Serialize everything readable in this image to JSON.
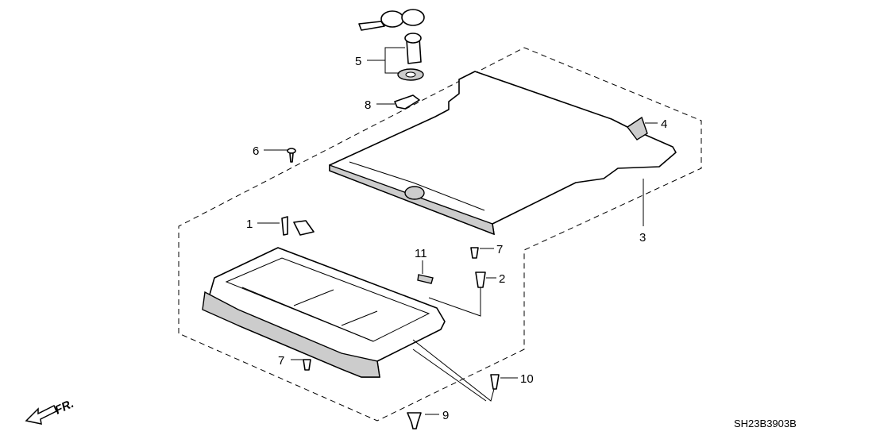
{
  "callouts": {
    "c1": "1",
    "c2": "2",
    "c3": "3",
    "c4": "4",
    "c5": "5",
    "c6": "6",
    "c7a": "7",
    "c7b": "7",
    "c8": "8",
    "c9": "9",
    "c10": "10",
    "c11": "11"
  },
  "direction_label": "FR.",
  "diagram_code": "SH23B3903B"
}
